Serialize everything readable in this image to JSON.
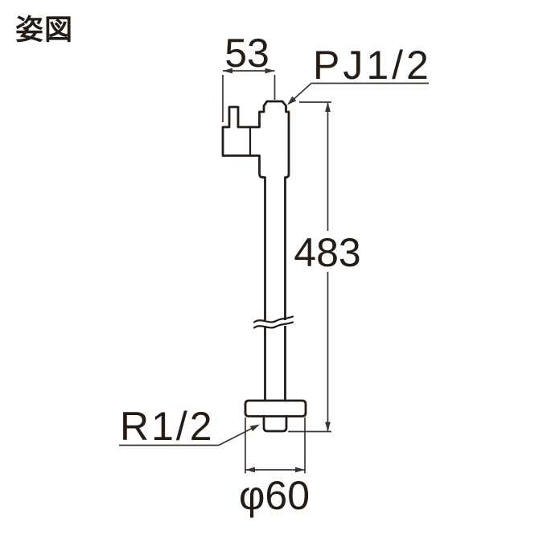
{
  "title": "姿図",
  "colors": {
    "background": "#ffffff",
    "ink": "#251c15",
    "dimension": "#3c342e"
  },
  "labels": {
    "dim_width_top": "53",
    "thread_top": "PJ1/2",
    "dim_height": "483",
    "thread_bottom": "R1/2",
    "dim_diameter": "φ60"
  }
}
